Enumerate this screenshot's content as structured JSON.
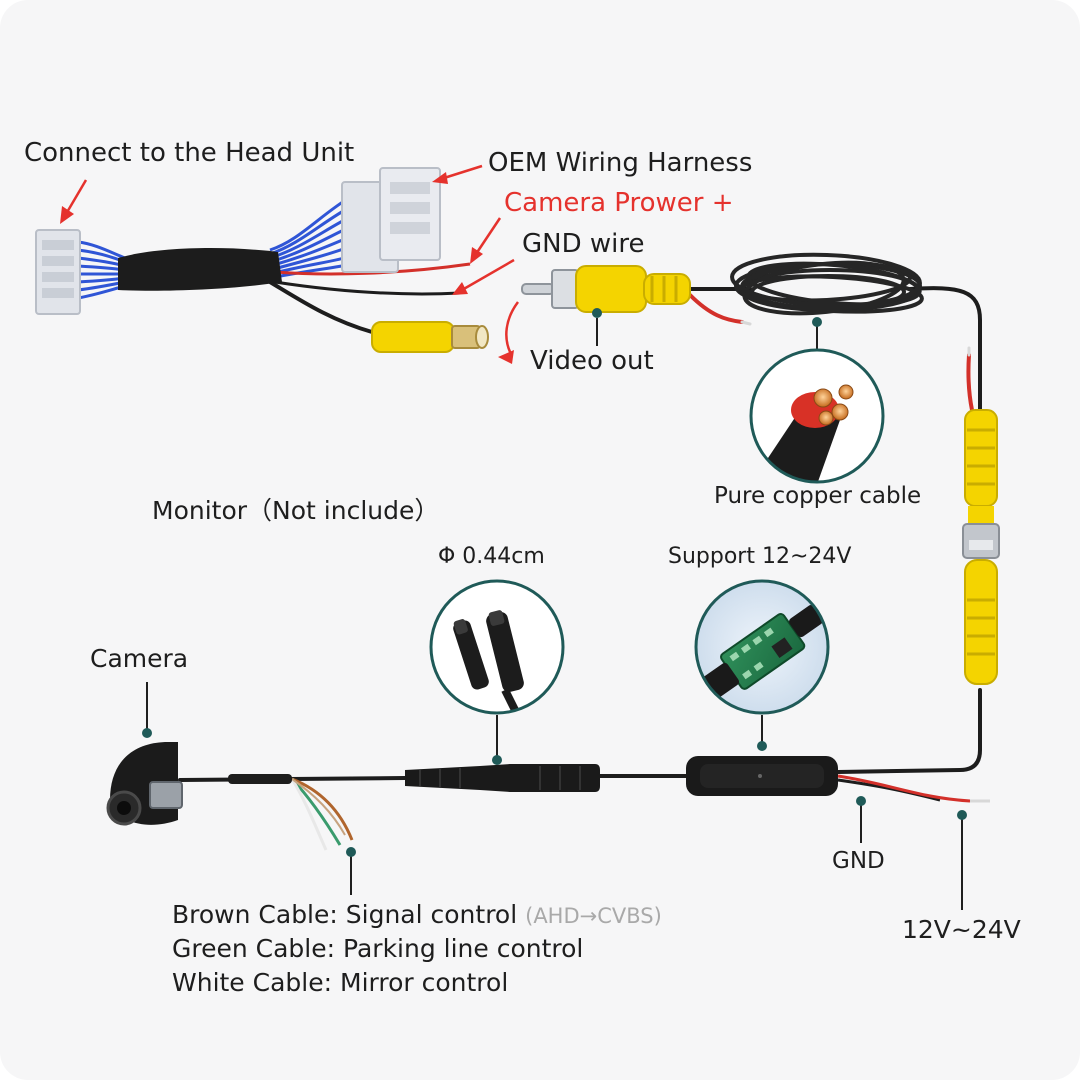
{
  "labels": {
    "head_unit": "Connect to the Head Unit",
    "oem_harness": "OEM Wiring Harness",
    "camera_power": "Camera Prower +",
    "gnd_wire": "GND wire",
    "video_out": "Video out",
    "pure_copper": "Pure copper cable",
    "monitor": "Monitor（Not include）",
    "diameter": "Φ 0.44cm",
    "support_voltage": "Support 12~24V",
    "camera": "Camera",
    "gnd": "GND",
    "voltage": "12V~24V"
  },
  "cables": [
    {
      "name": "Brown Cable:",
      "desc": "Signal control",
      "note": "(AHD→CVBS)"
    },
    {
      "name": "Green Cable:",
      "desc": "Parking line control",
      "note": ""
    },
    {
      "name": "White Cable:",
      "desc": "Mirror control",
      "note": ""
    }
  ],
  "colors": {
    "background": "#f6f6f7",
    "harness_blue": "#2f55d6",
    "connector_white": "#e1e4ea",
    "rca_yellow": "#f4d400",
    "accent_red": "#e5322d",
    "callout_teal": "#1f5a58",
    "cable_black": "#1d1d1d"
  }
}
